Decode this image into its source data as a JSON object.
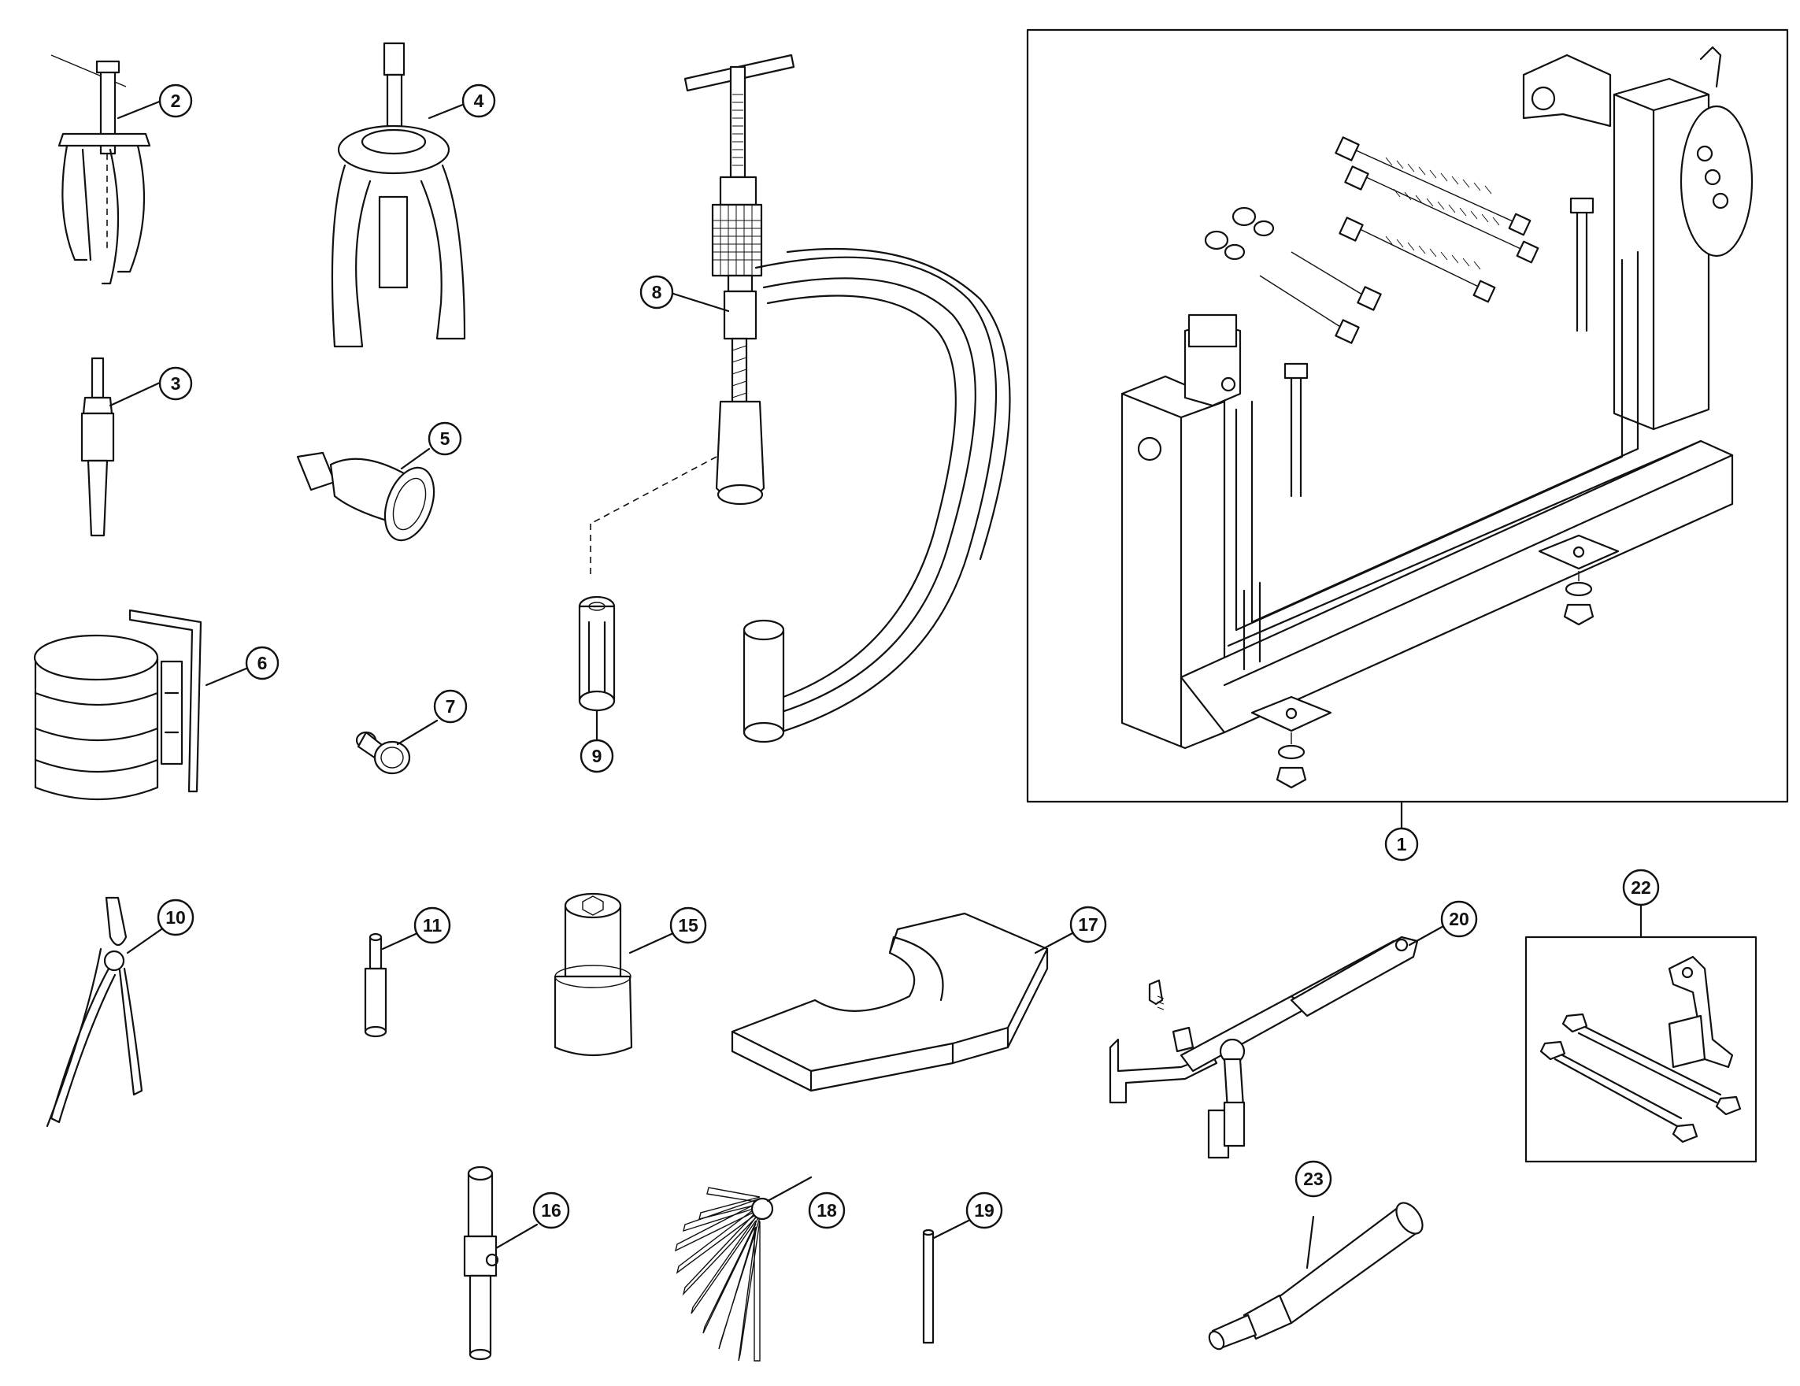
{
  "callouts": {
    "c1": "1",
    "c2": "2",
    "c3": "3",
    "c4": "4",
    "c5": "5",
    "c6": "6",
    "c7": "7",
    "c8": "8",
    "c9": "9",
    "c10": "10",
    "c11": "11",
    "c15": "15",
    "c16": "16",
    "c17": "17",
    "c18": "18",
    "c19": "19",
    "c20": "20",
    "c22": "22",
    "c23": "23"
  },
  "colors": {
    "line": "#111111",
    "background": "#ffffff"
  }
}
